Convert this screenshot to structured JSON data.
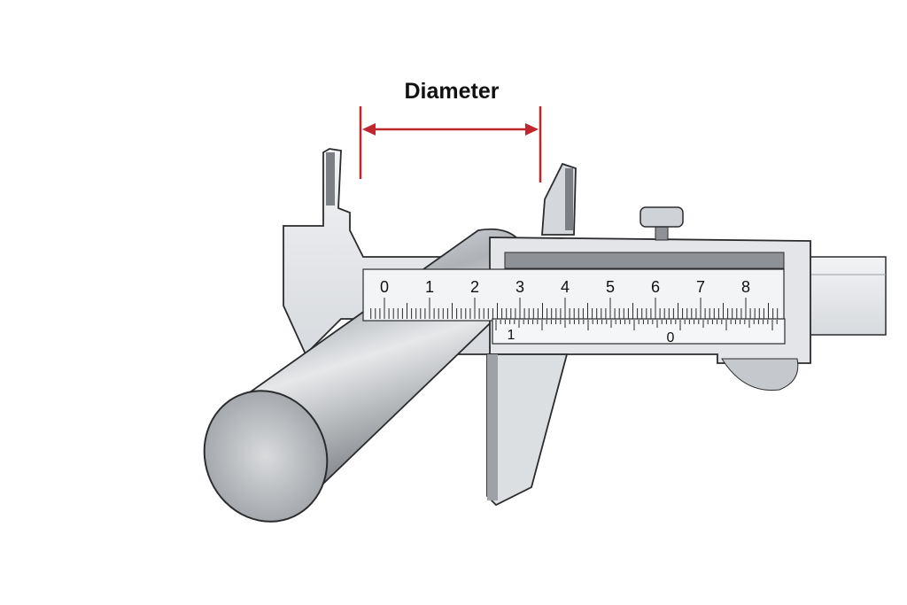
{
  "annotation": {
    "label": "Diameter",
    "arrow_color": "#c0262d"
  },
  "main_scale": {
    "labels": [
      "0",
      "1",
      "2",
      "3",
      "4",
      "5",
      "6",
      "7",
      "8"
    ]
  },
  "vernier_scale": {
    "labels": [
      "1",
      "0"
    ]
  },
  "colors": {
    "steel_light": "#eef0f2",
    "steel_mid": "#c9ccd0",
    "steel_dark": "#8e9297",
    "outline": "#2a2b2d"
  }
}
